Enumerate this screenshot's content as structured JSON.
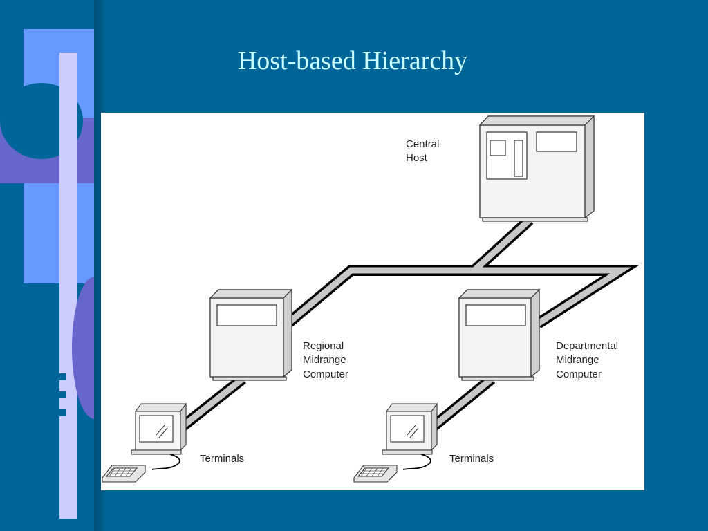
{
  "slide": {
    "title": "Host-based Hierarchy"
  },
  "diagram": {
    "central_host_label": [
      "Central",
      "Host"
    ],
    "regional_label": [
      "Regional",
      "Midrange",
      "Computer"
    ],
    "departmental_label": [
      "Departmental",
      "Midrange",
      "Computer"
    ],
    "terminals_left_label": "Terminals",
    "terminals_right_label": "Terminals"
  }
}
